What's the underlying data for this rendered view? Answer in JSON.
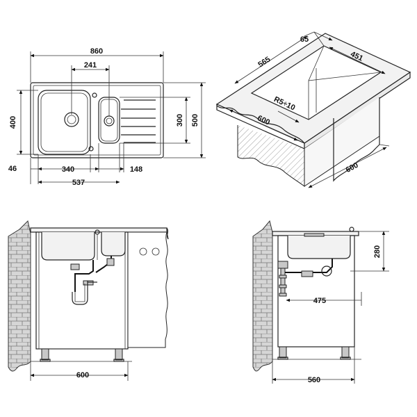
{
  "top_view": {
    "width_total": "860",
    "bowl_offset": "241",
    "height_left": "400",
    "height_right_inner": "300",
    "height_total": "500",
    "left_margin": "46",
    "bowl_width": "340",
    "small_bowl_width": "148",
    "bowl_span": "537"
  },
  "iso_view": {
    "flange": "65",
    "length": "565",
    "depth_back": "451",
    "radius": "R5÷10",
    "front": "600",
    "cabinet_depth": "600"
  },
  "front_section": {
    "cabinet_width": "600"
  },
  "side_section": {
    "bowl_height": "280",
    "drain_offset": "475",
    "cabinet_depth": "560"
  }
}
